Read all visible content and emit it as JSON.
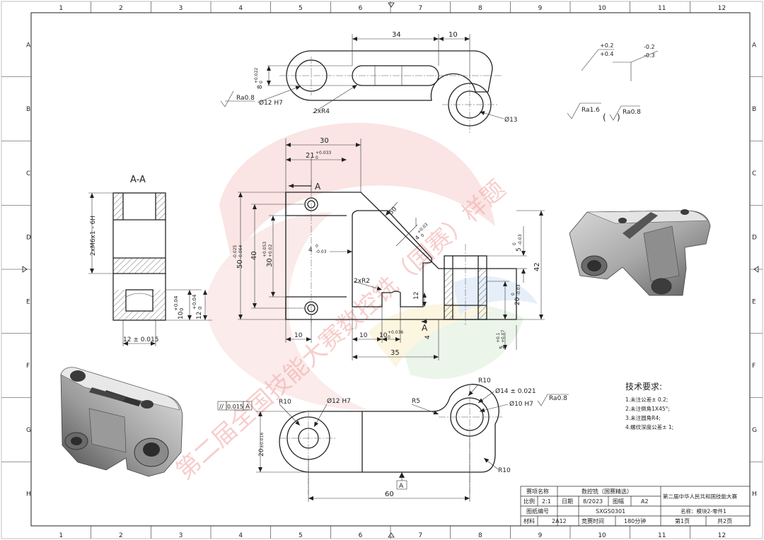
{
  "grid": {
    "columns": [
      "1",
      "2",
      "3",
      "4",
      "5",
      "6",
      "7",
      "8",
      "9",
      "10",
      "11",
      "12"
    ],
    "rows": [
      "A",
      "B",
      "C",
      "D",
      "E",
      "F",
      "G",
      "H"
    ]
  },
  "top_view": {
    "tol_8": "8",
    "tol_8_up": "+0.022",
    "tol_8_lo": "0",
    "dim_34": "34",
    "dim_10": "10",
    "dia_12": "Ø12 H7",
    "ra": "Ra0.8",
    "r4": "2xR4",
    "dia_13": "Ø13"
  },
  "corner_tol": {
    "a_up": "+0.2",
    "a_lo": "+0.4",
    "b_up": "-0.2",
    "b_lo": "-0.3"
  },
  "rough": {
    "ra16": "Ra1.6",
    "ra08": "Ra0.8",
    "paren_open": "(",
    "paren_close": ")"
  },
  "section": {
    "title": "A-A",
    "thread": "2xM6x1 - 6H",
    "d10": "10",
    "d10_up": "+0.04",
    "d10_lo": "0",
    "d12": "12",
    "d12_up": "+0.04",
    "d12_lo": "0",
    "w12": "12 ± 0.015"
  },
  "front_view": {
    "d30": "30",
    "d21": "21",
    "d21_up": "+0.033",
    "d21_lo": "0",
    "cut_a": "A",
    "d50": "50",
    "d50_up": "-0.025",
    "d50_lo": "-0.064",
    "d40": "40",
    "d30v": "30",
    "d30v_up": "+0.053",
    "d30v_lo": "+0.02",
    "d4": "4",
    "d4_up": "0",
    "d4_lo": "-0.03",
    "d50r": "50",
    "d4b": "4",
    "d4b_up": "+0.03",
    "d4b_lo": "0",
    "d5": "5",
    "d5_up": "0",
    "d5_lo": "-0.03",
    "d42": "42",
    "r2": "2xR2",
    "d12v": "12",
    "d20": "20",
    "d20_up": "0",
    "d20_lo": "-0.03",
    "d5b": "5",
    "d5b_up": "+0.1",
    "d5b_lo": "+0.07",
    "d4c": "4",
    "d10a": "10",
    "d10b": "10",
    "d10c": "10",
    "d10c_up": "+0.036",
    "d10c_lo": "0",
    "d35": "35"
  },
  "bottom_view": {
    "geo_tol": "0.015",
    "datum": "A",
    "r10a": "R10",
    "dia12": "Ø12 H7",
    "r5": "R5",
    "r10b": "R10",
    "dia14": "Ø14 ± 0.021",
    "dia10": "Ø10 H7",
    "ra": "Ra0.8",
    "d20": "20",
    "d20_tol": "±0.016",
    "r10c": "R10",
    "d60": "60"
  },
  "tech": {
    "title": "技术要求:",
    "items": [
      "1.未注公差± 0.2;",
      "2.未注倒角1X45°;",
      "3.未注圆角R4;",
      "4.螺纹深度公差± 1;"
    ]
  },
  "title_block": {
    "event_lbl": "赛项名称",
    "event_val": "数控铣（国赛精选）",
    "scale_lbl": "比例",
    "scale_val": "2:1",
    "date_lbl": "日期",
    "date_val": "8/2023",
    "size_lbl": "图幅",
    "size_val": "A2",
    "drawno_lbl": "图纸编号",
    "drawno_val": "SXGS0301",
    "mat_lbl": "材料",
    "mat_val": "2A12",
    "time_lbl": "竞赛时间",
    "time_val": "180分钟",
    "org": "第二届中华人民共和国技能大赛",
    "name": "名称：模块2-零件1",
    "sheet1": "第1页",
    "sheet2": "共2页"
  },
  "watermark": {
    "text": "第二届全国技能大赛数控铣（国赛）样题"
  }
}
